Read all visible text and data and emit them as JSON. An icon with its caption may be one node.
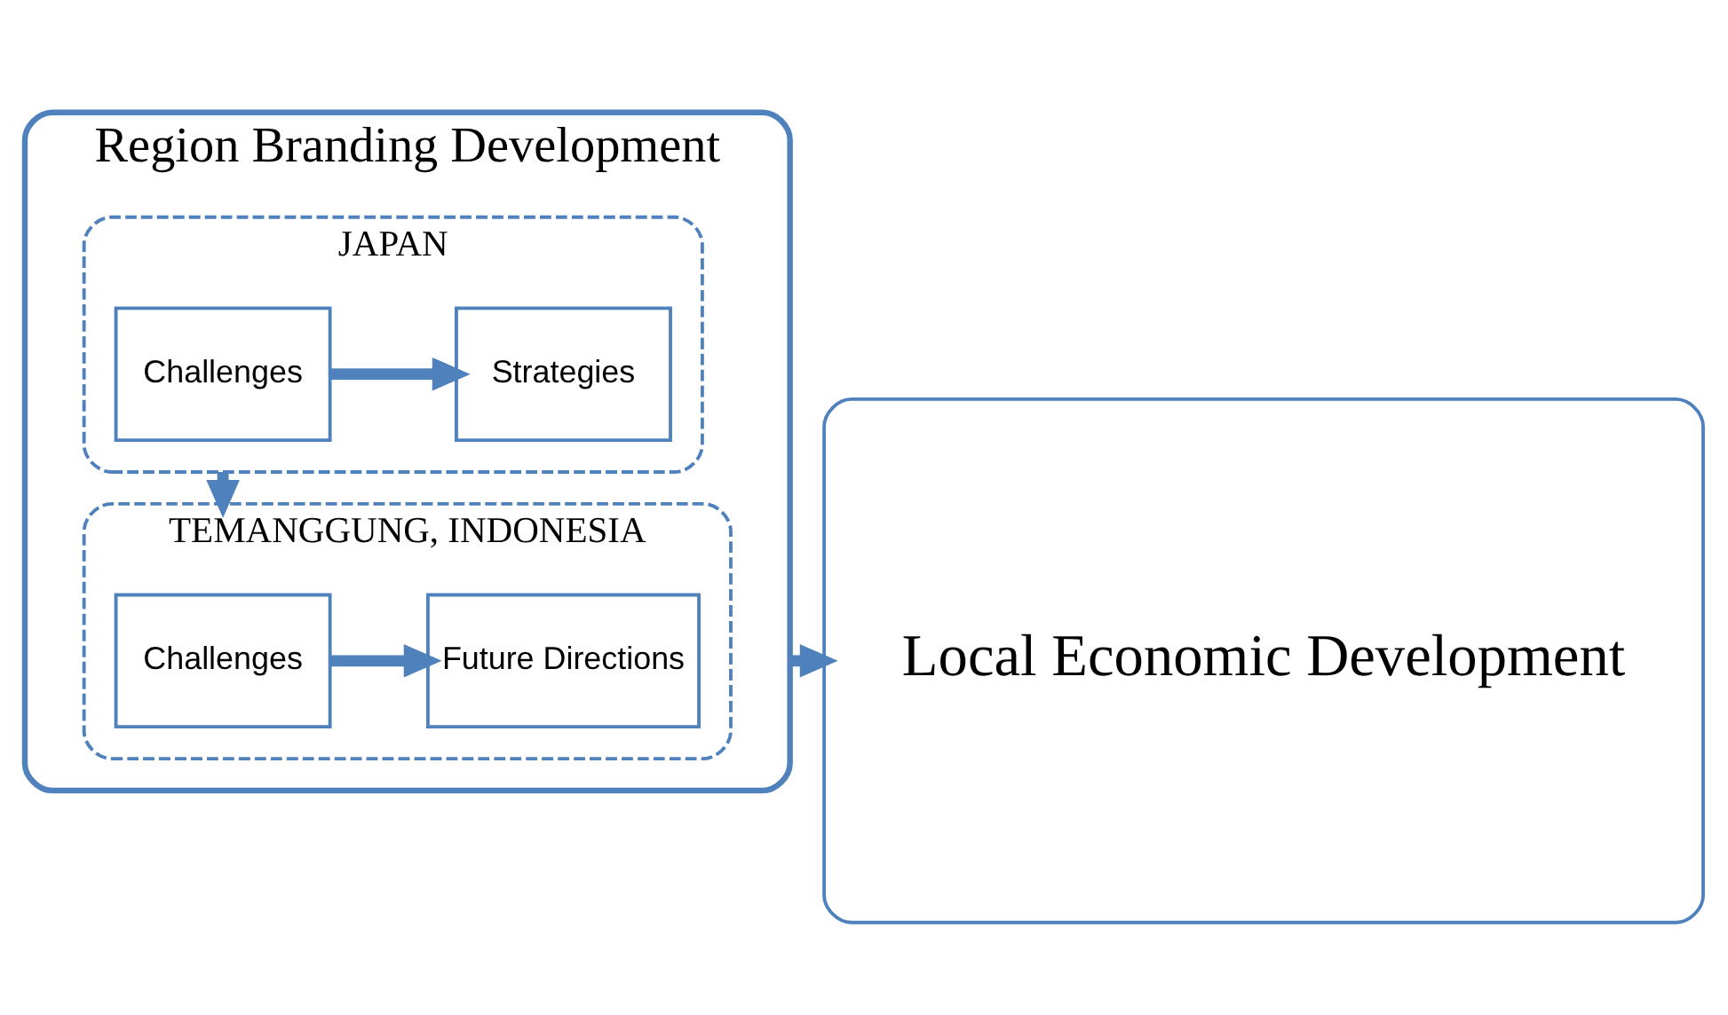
{
  "diagram": {
    "nodes": [
      {
        "text": [
          "Region Branding Development"
        ]
      },
      {
        "text": [
          "JAPAN"
        ],
        "in": 0
      },
      {
        "text": [
          "Challenges"
        ],
        "in": 1
      },
      {
        "text": [
          "Strategies"
        ],
        "in": 1
      },
      {
        "text": [
          "TEMANGGUNG, INDONESIA"
        ],
        "in": 0
      },
      {
        "text": [
          "Challenges"
        ],
        "in": 4
      },
      {
        "text": [
          "Future Directions"
        ],
        "in": 4
      },
      {
        "text": [
          "Local Economic Development"
        ]
      }
    ],
    "edges": [
      {
        "from": 2,
        "to": 3,
        "arrow": "to"
      },
      {
        "from": 1,
        "to": 4,
        "arrow": "to"
      },
      {
        "from": 5,
        "to": 6,
        "arrow": "to"
      },
      {
        "from": 0,
        "to": 7,
        "arrow": "to"
      }
    ]
  }
}
